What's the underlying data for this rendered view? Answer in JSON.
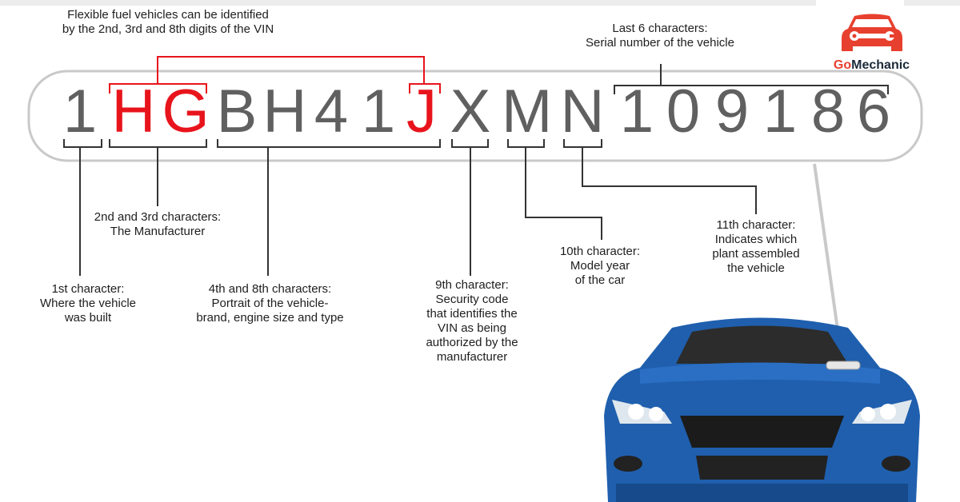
{
  "vin": {
    "characters": [
      {
        "char": "1",
        "highlight": false
      },
      {
        "char": "H",
        "highlight": true
      },
      {
        "char": "G",
        "highlight": true
      },
      {
        "char": "B",
        "highlight": false
      },
      {
        "char": "H",
        "highlight": false
      },
      {
        "char": "4",
        "highlight": false
      },
      {
        "char": "1",
        "highlight": false
      },
      {
        "char": "J",
        "highlight": true
      },
      {
        "char": "X",
        "highlight": false
      },
      {
        "char": "M",
        "highlight": false
      },
      {
        "char": "N",
        "highlight": false
      },
      {
        "char": "1",
        "highlight": false
      },
      {
        "char": "0",
        "highlight": false
      },
      {
        "char": "9",
        "highlight": false
      },
      {
        "char": "1",
        "highlight": false
      },
      {
        "char": "8",
        "highlight": false
      },
      {
        "char": "6",
        "highlight": false
      }
    ]
  },
  "labels": {
    "flex_fuel": "Flexible fuel vehicles can be identified\nby the 2nd, 3rd and 8th digits of the VIN",
    "last6": "Last 6 characters:\nSerial number of the vehicle",
    "first": "1st character:\nWhere the vehicle\nwas built",
    "second_third": "2nd and 3rd characters:\nThe Manufacturer",
    "fourth_eighth": "4th and 8th characters:\nPortrait of the vehicle-\nbrand, engine size and type",
    "ninth": "9th character:\nSecurity code\nthat identifies the\nVIN as being\nauthorized by the\nmanufacturer",
    "tenth": "10th character:\nModel year\nof the car",
    "eleventh": "11th character:\nIndicates which\nplant  assembled\nthe vehicle"
  },
  "logo": {
    "part1": "Go",
    "part2": "Mechanic"
  },
  "colors": {
    "accent": "#e8141c",
    "text": "#606060",
    "car": "#1f5fae",
    "logo": "#e8402f"
  }
}
